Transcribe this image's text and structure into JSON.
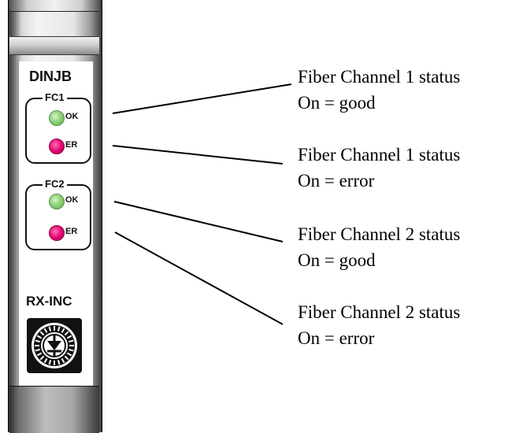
{
  "module": {
    "top_label": "DINJB",
    "bottom_label": "RX-INC",
    "groups": [
      {
        "title": "FC1",
        "leds": [
          {
            "label": "OK",
            "color": "green"
          },
          {
            "label": "ER",
            "color": "magenta"
          }
        ]
      },
      {
        "title": "FC2",
        "leds": [
          {
            "label": "OK",
            "color": "green"
          },
          {
            "label": "ER",
            "color": "magenta"
          }
        ]
      }
    ],
    "encoder_icon": "rotary-encoder-icon"
  },
  "callouts": [
    {
      "line1": "Fiber Channel 1 status",
      "line2": "On = good"
    },
    {
      "line1": "Fiber Channel 1 status",
      "line2": "On = error"
    },
    {
      "line1": "Fiber Channel 2 status",
      "line2": "On = good"
    },
    {
      "line1": "Fiber Channel 2 status",
      "line2": "On = error"
    }
  ],
  "colors": {
    "led_ok": "#8fd27a",
    "led_error": "#e4006f"
  }
}
